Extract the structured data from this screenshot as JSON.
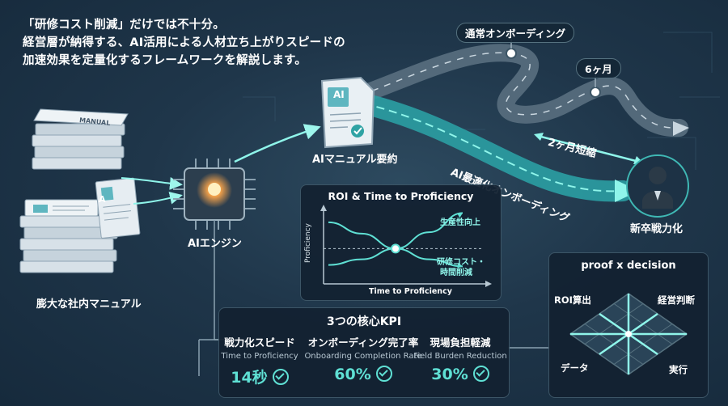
{
  "intro": {
    "line1": "「研修コスト削減」だけでは不十分。",
    "line2": "経営層が納得する、AI活用による人材立ち上がりスピードの",
    "line3": "加速効果を定量化するフレームワークを解説します。"
  },
  "manual_label": "膨大な社内マニュアル",
  "manual_book_text": "MANUAL",
  "engine_label": "AIエンジン",
  "summary_label": "AIマニュアル要約",
  "doc_text": "AI",
  "normal_path_label": "通常オンボーディング",
  "six_months_label": "6ヶ月",
  "shortened_label": "2ヶ月短縮",
  "ai_path_label": "AI最適化オンボーディング",
  "newgrad_label": "新卒戦力化",
  "roi_chart": {
    "title": "ROI & Time to Proficiency",
    "ylabel": "Proficiency",
    "xlabel": "Time to Proficiency",
    "up_label": "生産性向上",
    "down_label_1": "研修コスト・",
    "down_label_2": "時間削減"
  },
  "chart_data": {
    "type": "line",
    "title": "ROI & Time to Proficiency",
    "xlabel": "Time to Proficiency",
    "ylabel": "Proficiency",
    "series": [
      {
        "name": "生産性向上",
        "x": [
          0,
          0.25,
          0.5,
          0.75,
          1.0
        ],
        "y": [
          0.22,
          0.3,
          0.45,
          0.68,
          0.95
        ]
      },
      {
        "name": "研修コスト・時間削減",
        "x": [
          0,
          0.25,
          0.5,
          0.75,
          1.0
        ],
        "y": [
          0.82,
          0.66,
          0.45,
          0.3,
          0.2
        ]
      }
    ],
    "grid": false
  },
  "kpi": {
    "title": "3つの核心KPI",
    "items": [
      {
        "name": "戦力化スピード",
        "sub": "Time to Proficiency",
        "value": "14秒"
      },
      {
        "name": "オンボーディング完了率",
        "sub": "Onboarding Completion Rate",
        "value": "60%"
      },
      {
        "name": "現場負担軽減",
        "sub": "Field Burden Reduction",
        "value": "30%"
      }
    ]
  },
  "decision": {
    "title": "proof x decision",
    "roi": "ROI算出",
    "judgement": "経営判断",
    "data": "データ",
    "execution": "実行"
  },
  "colors": {
    "accent": "#5fe0d4",
    "background": "#1f364a",
    "road": "#4a5f70"
  }
}
